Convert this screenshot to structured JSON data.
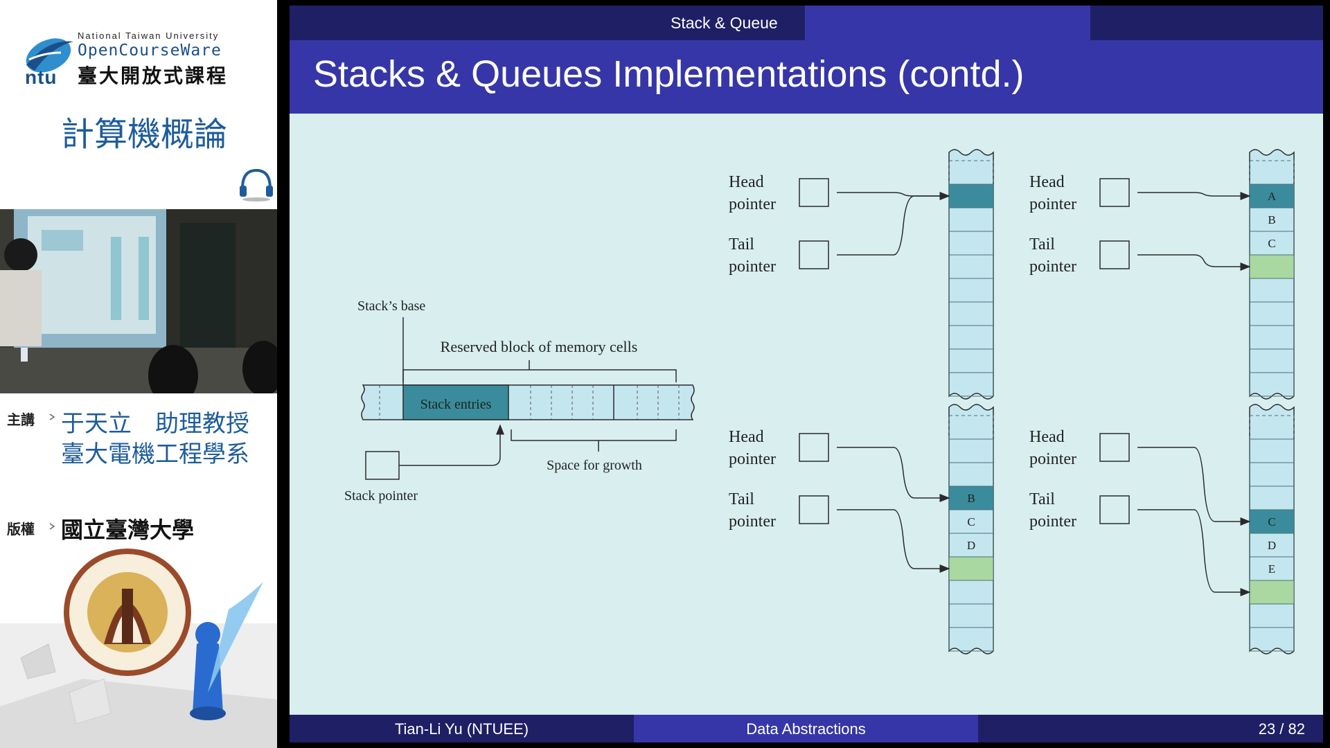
{
  "sidebar": {
    "org_en": "National Taiwan University",
    "ocw_en": "OpenCourseWare",
    "ocw_zh": "臺大開放式課程",
    "ntu_mark": "ntu",
    "course": "計算機概論",
    "lecturer_label": "主講",
    "lecturer_name": "于天立　助理教授",
    "lecturer_dept": "臺大電機工程學系",
    "copyright_label": "版權",
    "copyright_holder": "國立臺灣大學"
  },
  "slide": {
    "section_tab": "Stack & Queue",
    "title": "Stacks & Queues Implementations (contd.)",
    "footer_author": "Tian-Li Yu  (NTUEE)",
    "footer_topic": "Data Abstractions",
    "footer_page": "23 / 82"
  },
  "diagram": {
    "stack": {
      "base_label": "Stack’s base",
      "reserved_label": "Reserved block of memory cells",
      "entries_label": "Stack entries",
      "growth_label": "Space for growth",
      "pointer_label": "Stack pointer"
    },
    "queues": [
      {
        "head_line1": "Head",
        "head_line2": "pointer",
        "tail_line1": "Tail",
        "tail_line2": "pointer",
        "cells": []
      },
      {
        "head_line1": "Head",
        "head_line2": "pointer",
        "tail_line1": "Tail",
        "tail_line2": "pointer",
        "cells": [
          "A",
          "B",
          "C"
        ]
      },
      {
        "head_line1": "Head",
        "head_line2": "pointer",
        "tail_line1": "Tail",
        "tail_line2": "pointer",
        "cells": [
          "B",
          "C",
          "D"
        ]
      },
      {
        "head_line1": "Head",
        "head_line2": "pointer",
        "tail_line1": "Tail",
        "tail_line2": "pointer",
        "cells": [
          "C",
          "D",
          "E"
        ]
      }
    ]
  },
  "colors": {
    "slide_bg": "#d9efef",
    "title_bar": "#3636a8",
    "nav_bar": "#1f1f66",
    "cell_fill": "#c4e6ef",
    "cell_head": "#3a8c9c",
    "cell_tail": "#a9d8a0",
    "line": "#2a2a2a"
  },
  "icons": [
    "ntu-ocw-logo-icon",
    "headset-icon",
    "arrow-right-icon",
    "ntu-seal-icon"
  ]
}
